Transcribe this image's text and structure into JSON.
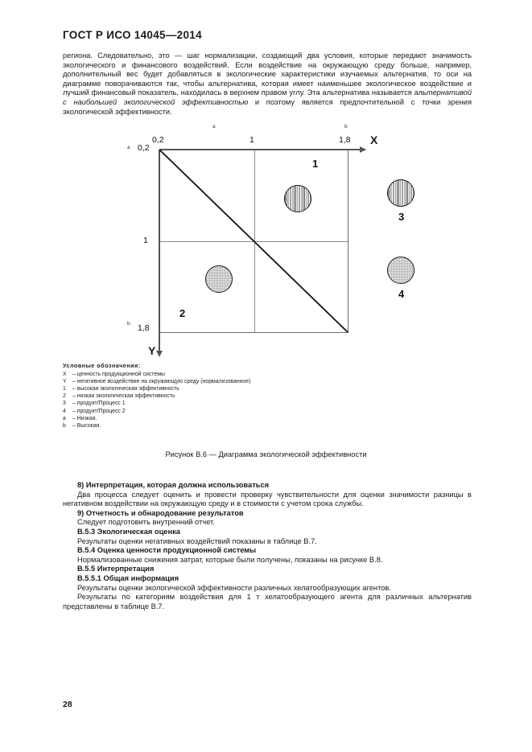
{
  "document": {
    "header": "ГОСТ Р ИСО 14045—2014",
    "page_number": "28"
  },
  "intro": {
    "part1": "региона. Следовательно, это — шаг нормализации, создающий два условия, которые передают значимость экологического и финансового воздействий. Если воздействие на окружающую среду больше, например, дополнительный вес будет добавляться в экологические характеристики изучаемых альтернатив, то оси на диаграмме поворачиваются так, чтобы альтернатива, которая имеет наименьшее экологическое воздействие и лучший финансовый показатель, находилась в верхнем правом углу. Эта альтернатива называется ",
    "italic": "альтернативой с наибольшей экологической эффективностью",
    "part2": " и поэтому является предпочтительной с точки зрения экологической эффективности."
  },
  "figure": {
    "caption": "Рисунок В.6 — Диаграмма экологической эффективности",
    "axis": {
      "x_label": "X",
      "y_label": "Y",
      "x_ticks": [
        "0,2",
        "1",
        "1,8"
      ],
      "y_ticks": [
        "0,2",
        "1",
        "1,8"
      ],
      "corner_a_top": "a",
      "corner_b_top": "b",
      "corner_a_left": "a",
      "corner_b_left": "b"
    },
    "quadrant_labels": {
      "one": "1",
      "two": "2"
    },
    "sample_labels": {
      "three": "3",
      "four": "4"
    }
  },
  "chart_data": {
    "type": "scatter",
    "title": "Рисунок В.6 — Диаграмма экологической эффективности",
    "xlabel": "X",
    "ylabel": "Y",
    "xlim": [
      0.2,
      1.8
    ],
    "ylim": [
      0.2,
      1.8
    ],
    "y_axis_inverted": true,
    "xticks": [
      0.2,
      1,
      1.8
    ],
    "xticklabels": [
      "0,2",
      "1",
      "1,8"
    ],
    "yticks": [
      0.2,
      1,
      1.8
    ],
    "yticklabels": [
      "0,2",
      "1",
      "1,8"
    ],
    "grid": true,
    "reference_line": {
      "name": "диагональ",
      "from": [
        0.2,
        0.2
      ],
      "to": [
        1.8,
        1.8
      ],
      "style": "solid"
    },
    "points": [
      {
        "label": "3",
        "series": "продукт/Процесс 1",
        "x": 1.25,
        "y": 0.55,
        "marker": "circle",
        "hatch": "vertical"
      },
      {
        "label": "4",
        "series": "продукт/Процесс 2",
        "x": 0.65,
        "y": 1.25,
        "marker": "circle",
        "hatch": "grid"
      }
    ],
    "annotations": [
      {
        "text": "1",
        "meaning": "высокая экологическая эффективность",
        "quadrant": "top-right"
      },
      {
        "text": "2",
        "meaning": "низкая экологическая эффективность",
        "quadrant": "bottom-left"
      },
      {
        "text": "a",
        "meaning": "Низкая"
      },
      {
        "text": "b",
        "meaning": "Высокая"
      }
    ],
    "legend": [
      "X – ценность продукционной системы",
      "Y – негативное воздействие на окружающую среду (нормализованное)",
      "1 – высокая экологическая эффективность",
      "2 – низкая экологическая эффективность",
      "3 – продукт/Процесс 1",
      "4 – продукт/Процесс 2",
      "a – Низкая.",
      "b – Высокая."
    ],
    "legend_position": "below-left"
  },
  "key": {
    "title": "Условные обозначения:",
    "rows": [
      {
        "sym": "X",
        "text": "– ценность продукционной системы"
      },
      {
        "sym": "Y",
        "text": "– негативное воздействие на окружающую среду (нормализованное)"
      },
      {
        "sym": "1",
        "text": "– высокая экологическая эффективность"
      },
      {
        "sym": "2",
        "text": "– низкая экологическая эффективность"
      },
      {
        "sym": "3",
        "text": "– продукт/Процесс 1"
      },
      {
        "sym": "4",
        "text": "– продукт/Процесс 2"
      },
      {
        "sym": "a",
        "text": "– Низкая."
      },
      {
        "sym": "b",
        "text": "– Высокая."
      }
    ]
  },
  "lower": {
    "h_interp": "8) Интерпретация, которая должна использоваться",
    "p_interp": "Два процесса следует оценить и провести проверку чувствительности для оценки значимости разницы в негативном воздействии на окружающую среду и в стоимости с учетом срока службы.",
    "h_report": "9) Отчетность и обнародование результатов",
    "p_report": "Следует подготовить внутренний отчет.",
    "h_b53": "В.5.3 Экологическая оценка",
    "p_b53": "Результаты оценки негативных воздействий показаны в таблице В.7.",
    "h_b54": "В.5.4 Оценка ценности продукционной системы",
    "p_b54": "Нормализованные снижения затрат, которые были получены, показаны на рисунке В.8.",
    "h_b55": "В.5.5 Интерпретация",
    "h_b551": "В.5.5.1 Общая информация",
    "p_b551_a": "Результаты оценки экологической эффективности различных хелатообразующих агентов.",
    "p_b551_b": "Результаты по категориям воздействия для 1 т хелатообразующего агента для различных альтернатив представлены в таблице В.7."
  }
}
